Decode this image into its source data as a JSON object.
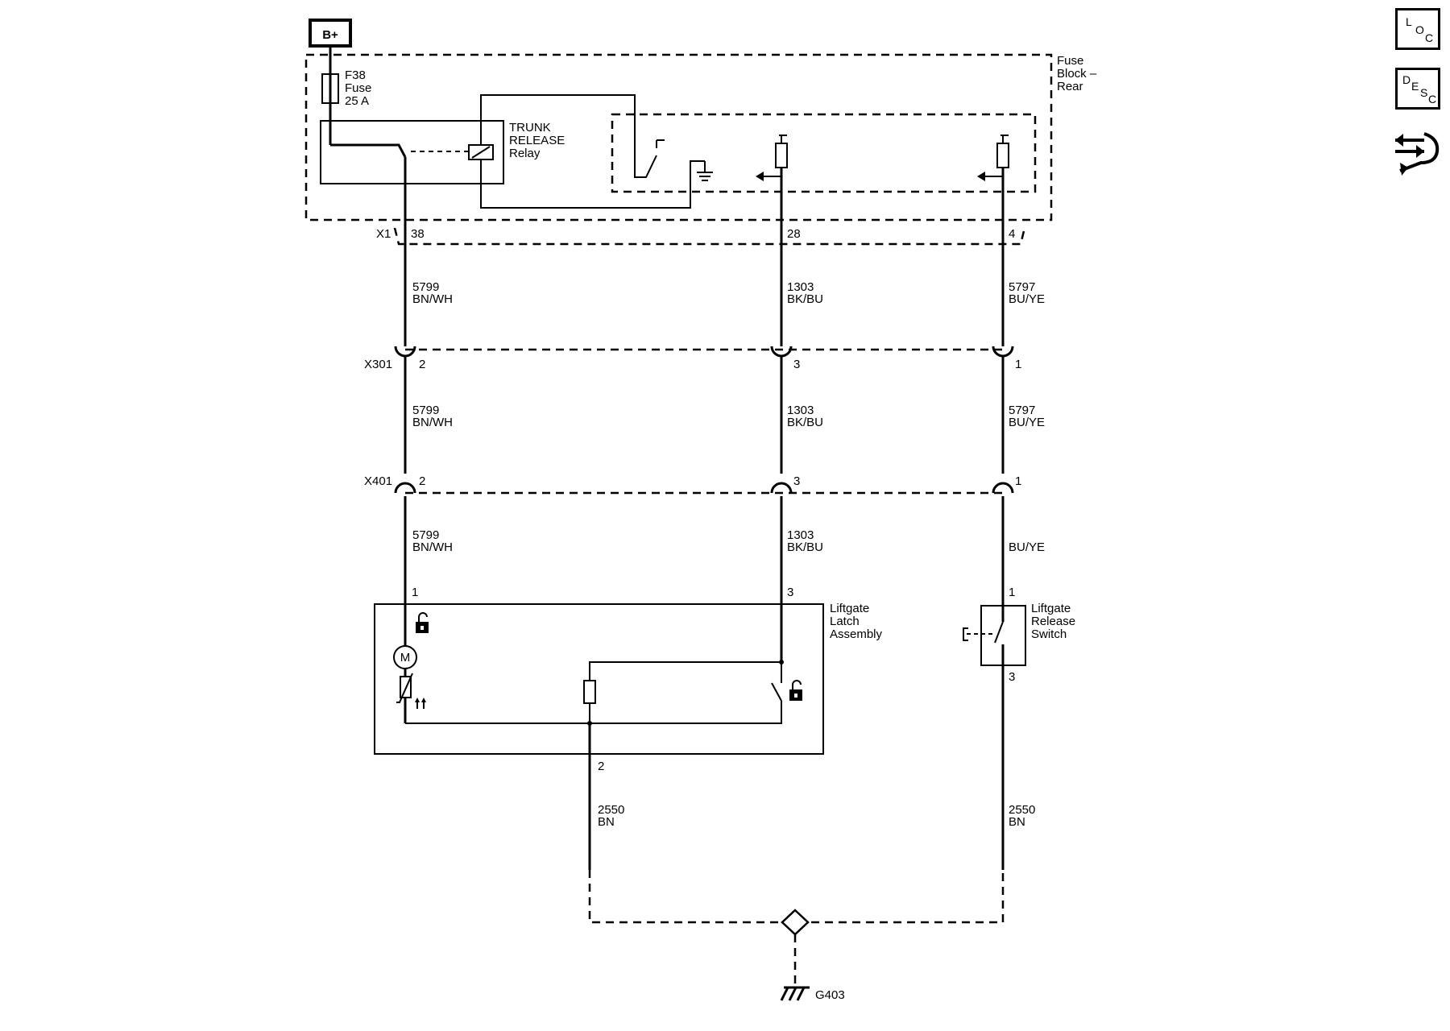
{
  "power": "B+",
  "fuse": {
    "line1": "F38",
    "line2": "Fuse",
    "line3": "25 A"
  },
  "fuse_block": {
    "line1": "Fuse",
    "line2": "Block –",
    "line3": "Rear"
  },
  "relay": {
    "line1": "TRUNK",
    "line2": "RELEASE",
    "line3": "Relay"
  },
  "connectors": {
    "x1": {
      "name": "X1",
      "pins": [
        "38",
        "28",
        "4"
      ]
    },
    "x301": {
      "name": "X301",
      "pins": [
        "2",
        "3",
        "1"
      ]
    },
    "x401": {
      "name": "X401",
      "pins": [
        "2",
        "3",
        "1"
      ]
    }
  },
  "wires": {
    "seg1": [
      [
        "5799",
        "BN/WH"
      ],
      [
        "1303",
        "BK/BU"
      ],
      [
        "5797",
        "BU/YE"
      ]
    ],
    "seg2": [
      [
        "5799",
        "BN/WH"
      ],
      [
        "1303",
        "BK/BU"
      ],
      [
        "5797",
        "BU/YE"
      ]
    ],
    "seg3": [
      [
        "5799",
        "BN/WH"
      ],
      [
        "1303",
        "BK/BU"
      ],
      [
        "",
        "BU/YE"
      ]
    ],
    "ground_left": [
      "2550",
      "BN"
    ],
    "ground_right": [
      "2550",
      "BN"
    ]
  },
  "latch": {
    "line1": "Liftgate",
    "line2": "Latch",
    "line3": "Assembly",
    "pin_a": "1",
    "pin_b": "3",
    "pin_c": "2"
  },
  "switch": {
    "line1": "Liftgate",
    "line2": "Release",
    "line3": "Switch",
    "pin_top": "1",
    "pin_bottom": "3"
  },
  "ground": "G403",
  "motor": "M",
  "side_icons": {
    "loc": [
      "L",
      "O",
      "C"
    ],
    "desc": [
      "D",
      "E",
      "S",
      "C"
    ]
  }
}
